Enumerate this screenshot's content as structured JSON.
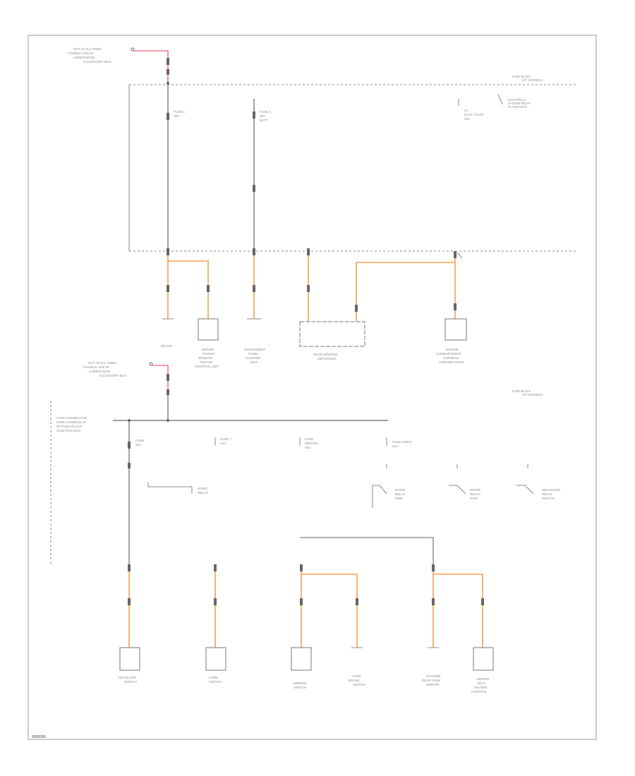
{
  "diagram": {
    "footer_code": "9999999",
    "colors": {
      "wire_orange": "#f5a050",
      "wire_red": "#f06070",
      "line_dark": "#666666",
      "border": "#999999"
    },
    "top_section": {
      "source_label": [
        "HOT AT ALL TIMES",
        "FUSIBLE LINK IN",
        "UNDERHOOD",
        "ACCESSORY BOX"
      ],
      "fuse_block_label": [
        "FUSE BLOCK",
        "(I/P HARNESS)"
      ],
      "fuses": [
        {
          "label": [
            "FUSE 1",
            "10A"
          ]
        },
        {
          "label": [
            "FUSE 2",
            "20A",
            "BATT"
          ]
        },
        {
          "label": [
            "C1",
            "ELEC. PLUG",
            "10A"
          ]
        }
      ],
      "relay_label": [
        "ELECTRICAL",
        "SYSTEM RELAY",
        "IN FUSE BOX"
      ],
      "components": [
        {
          "label": [
            "SPLICE"
          ]
        },
        {
          "label": [
            "DRIVER",
            "POWER",
            "WINDOW",
            "MOTOR",
            "CONTROL UNIT"
          ]
        },
        {
          "label": [
            "INSTRUMENT",
            "PANEL",
            "CLUSTER",
            "UNIT"
          ]
        },
        {
          "label": [
            "REAR WINDOW",
            "DEFOGGER"
          ]
        },
        {
          "label": [
            "ENGINE",
            "COMPARTMENT",
            "HARNESS",
            "GROUND POINT"
          ]
        }
      ]
    },
    "bottom_section": {
      "source_label": [
        "HOT AT ALL TIMES",
        "FUSIBLE LINK IN",
        "UNDERHOOD",
        "ACCESSORY BOX"
      ],
      "fuse_block_label": [
        "FUSE BLOCK",
        "(I/P HARNESS)"
      ],
      "left_label": [
        "FUSE CONNECTOR",
        "WIRE HARNESS AT",
        "I/P FUSE BLOCK",
        "JUNCTION BOX"
      ],
      "fuses": [
        {
          "label": [
            "FUSE",
            "15A"
          ]
        },
        {
          "label": [
            "FUSE 7",
            "10A"
          ]
        },
        {
          "label": [
            "FUSE",
            "MIRROR",
            "10A"
          ]
        },
        {
          "label": [
            "FUSE HORN",
            "20A"
          ]
        }
      ],
      "relays": [
        {
          "label": [
            "HORN",
            "RELAY"
          ]
        },
        {
          "label": [
            "RADIO",
            "RELAY",
            "PWR"
          ]
        },
        {
          "label": [
            "WIPER",
            "RELAY",
            "HIGH"
          ]
        },
        {
          "label": [
            "DEFOGGER",
            "RELAY",
            "SWITCH"
          ]
        }
      ],
      "components": [
        {
          "label": [
            "HEADLAMP",
            "SWITCH"
          ]
        },
        {
          "label": [
            "COWL",
            "SWITCH"
          ]
        },
        {
          "label": [
            "MIRROR",
            "SWITCH"
          ]
        },
        {
          "label": [
            "PARK",
            "BRAKE",
            "SWITCH"
          ]
        },
        {
          "label": [
            "OUTSIDE",
            "REAR VIEW",
            "MIRROR"
          ]
        },
        {
          "label": [
            "DRIVER",
            "SEAT",
            "HEATER",
            "CONTROL"
          ]
        }
      ]
    }
  }
}
